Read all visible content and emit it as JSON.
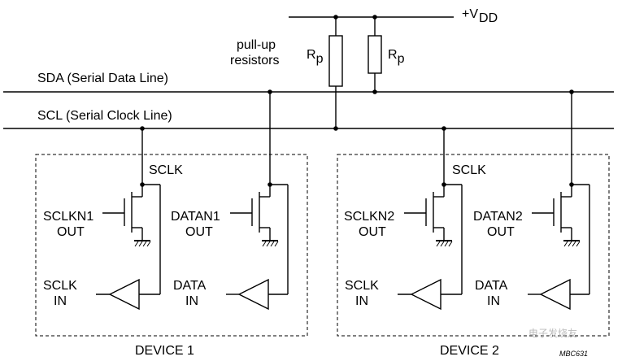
{
  "power": {
    "vdd_label": "+V",
    "vdd_sub": "DD"
  },
  "resistors": {
    "label": "R",
    "label_sub": "p",
    "note_line1": "pull-up",
    "note_line2": "resistors"
  },
  "bus": {
    "sda": "SDA (Serial Data Line)",
    "scl": "SCL (Serial Clock Line)"
  },
  "device1": {
    "title": "DEVICE 1",
    "sclk": "SCLK",
    "out1_a": "SCLKN1",
    "out1_b": "OUT",
    "out2_a": "DATAN1",
    "out2_b": "OUT",
    "in1_a": "SCLK",
    "in1_b": "IN",
    "in2_a": "DATA",
    "in2_b": "IN"
  },
  "device2": {
    "title": "DEVICE 2",
    "sclk": "SCLK",
    "out1_a": "SCLKN2",
    "out1_b": "OUT",
    "out2_a": "DATAN2",
    "out2_b": "OUT",
    "in1_a": "SCLK",
    "in1_b": "IN",
    "in2_a": "DATA",
    "in2_b": "IN"
  },
  "code": "MBC631",
  "watermark": "电子发烧友"
}
